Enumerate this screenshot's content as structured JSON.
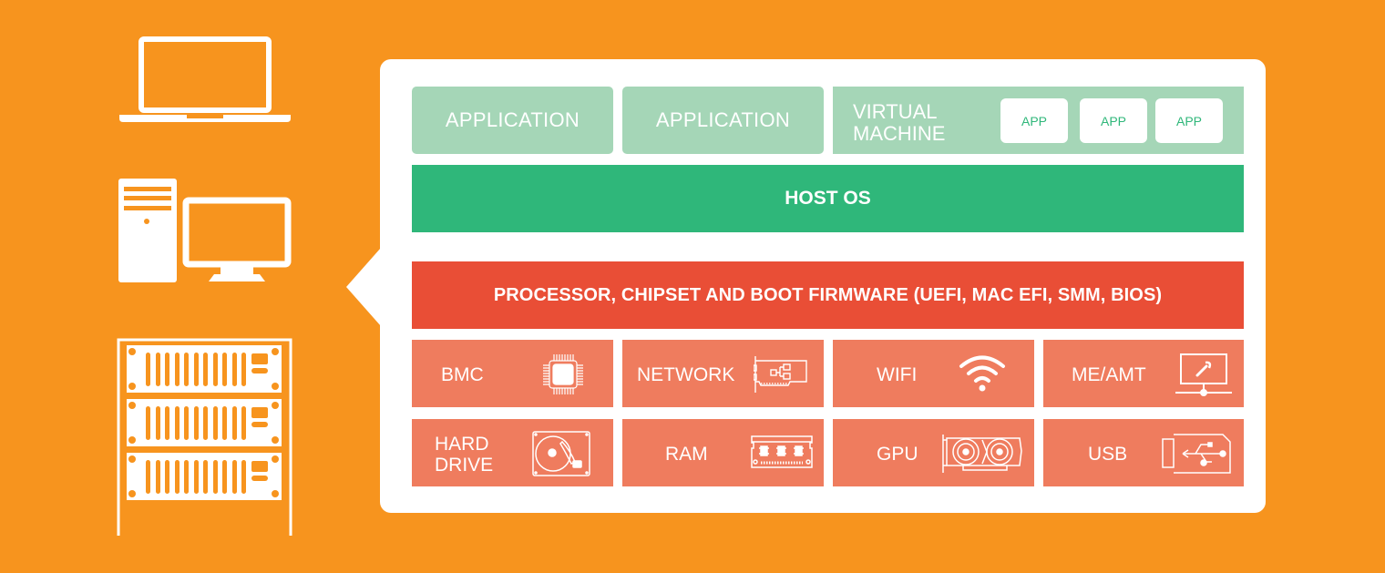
{
  "colors": {
    "background": "#F7941E",
    "panel": "#FFFFFF",
    "application_layer": "#A5D6B7",
    "host_os": "#2FB77A",
    "firmware": "#E94E36",
    "hardware": "#EF7C5E",
    "app_pill_text": "#2FB77A"
  },
  "devices": [
    {
      "name": "laptop",
      "icon": "laptop-icon"
    },
    {
      "name": "desktop",
      "icon": "desktop-computer-icon"
    },
    {
      "name": "server-rack",
      "icon": "server-rack-icon"
    }
  ],
  "stack": {
    "applications": [
      {
        "label": "APPLICATION"
      },
      {
        "label": "APPLICATION"
      }
    ],
    "virtual_machine": {
      "label_line1": "VIRTUAL",
      "label_line2": "MACHINE",
      "apps": [
        {
          "label": "APP"
        },
        {
          "label": "APP"
        },
        {
          "label": "APP"
        }
      ]
    },
    "host_os": {
      "label": "HOST OS"
    },
    "firmware": {
      "label": "PROCESSOR, CHIPSET AND BOOT FIRMWARE (UEFI, MAC EFI, SMM, BIOS)"
    },
    "hardware_row1": [
      {
        "label": "BMC",
        "icon": "chip-icon"
      },
      {
        "label": "NETWORK",
        "icon": "network-card-icon"
      },
      {
        "label": "WIFI",
        "icon": "wifi-icon"
      },
      {
        "label": "ME/AMT",
        "icon": "remote-management-icon"
      }
    ],
    "hardware_row2": [
      {
        "label_line1": "HARD",
        "label_line2": "DRIVE",
        "icon": "hard-drive-icon"
      },
      {
        "label": "RAM",
        "icon": "ram-icon"
      },
      {
        "label": "GPU",
        "icon": "gpu-icon"
      },
      {
        "label": "USB",
        "icon": "usb-icon"
      }
    ]
  }
}
